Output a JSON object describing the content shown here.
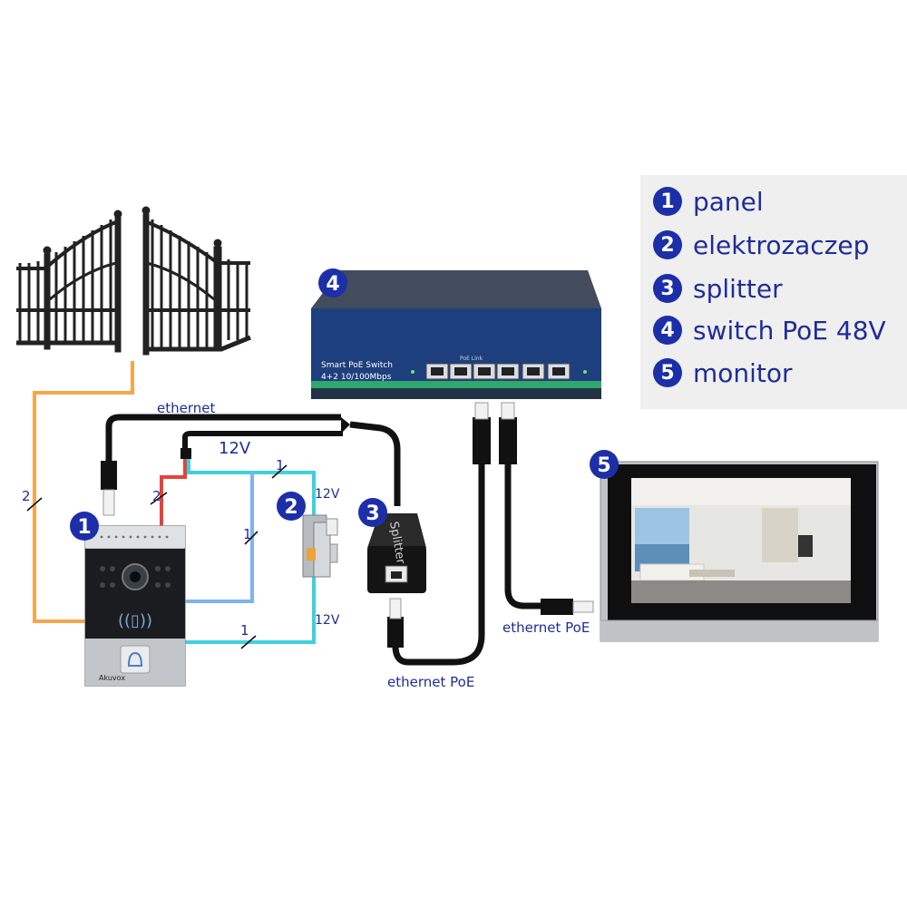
{
  "legend": {
    "items": [
      {
        "num": "1",
        "label": "panel"
      },
      {
        "num": "2",
        "label": "elektrozaczep"
      },
      {
        "num": "3",
        "label": "splitter"
      },
      {
        "num": "4",
        "label": "switch PoE 48V"
      },
      {
        "num": "5",
        "label": "monitor"
      }
    ]
  },
  "labels": {
    "ethernet": "ethernet",
    "v12_main": "12V",
    "v12_top": "12V",
    "v12_bottom": "12V",
    "ethernet_poe_left": "ethernet PoE",
    "ethernet_poe_right": "ethernet PoE",
    "wire_count_1": "1",
    "wire_count_2": "2"
  },
  "device_text": {
    "switch_brand": "Smart PoE Switch",
    "switch_ports": "4+2 10/100Mbps",
    "switch_poe_link": "PoE Link",
    "splitter_text": "Splitter",
    "panel_brand": "Akuvox"
  },
  "colors": {
    "badge": "#1c2fa8",
    "label_text": "#1f2d96",
    "wire_orange": "#f5a74a",
    "wire_red": "#e8413a",
    "wire_cyan": "#3fd0e0",
    "wire_lightblue": "#7fb2ef",
    "cable_black": "#111111",
    "switch_body": "#3a4556",
    "switch_front": "#1e4d9a",
    "switch_stripe": "#2ea86b"
  }
}
